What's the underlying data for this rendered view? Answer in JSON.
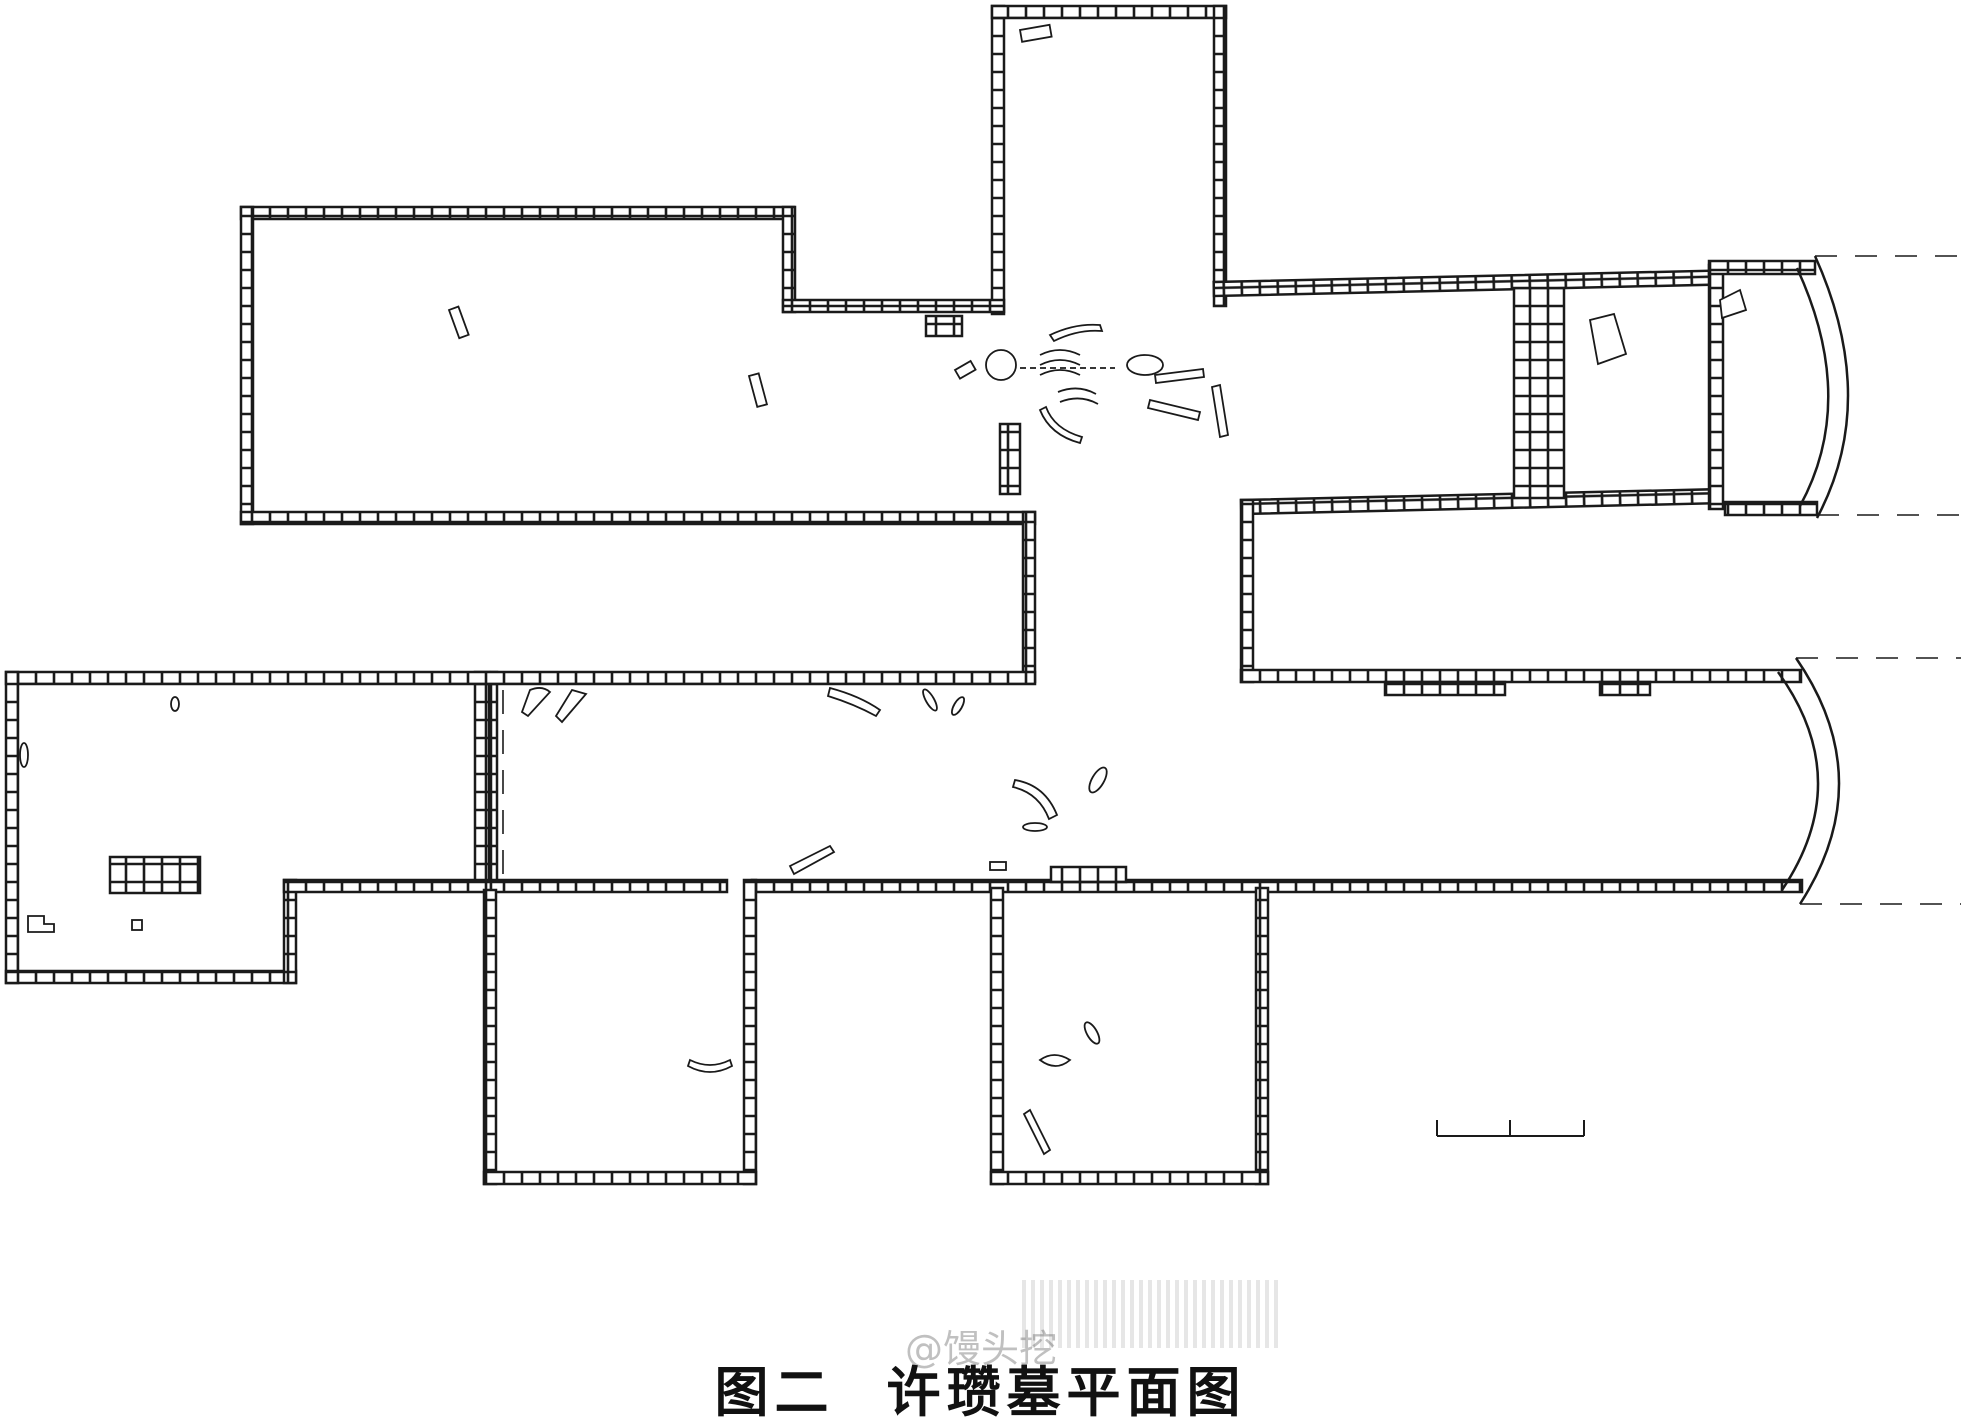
{
  "figure": {
    "caption_number": "图二",
    "caption_title": "许瓒墓平面图",
    "watermark": "@馒头挖"
  },
  "colors": {
    "line": "#1a1a1a",
    "background": "#ffffff"
  }
}
